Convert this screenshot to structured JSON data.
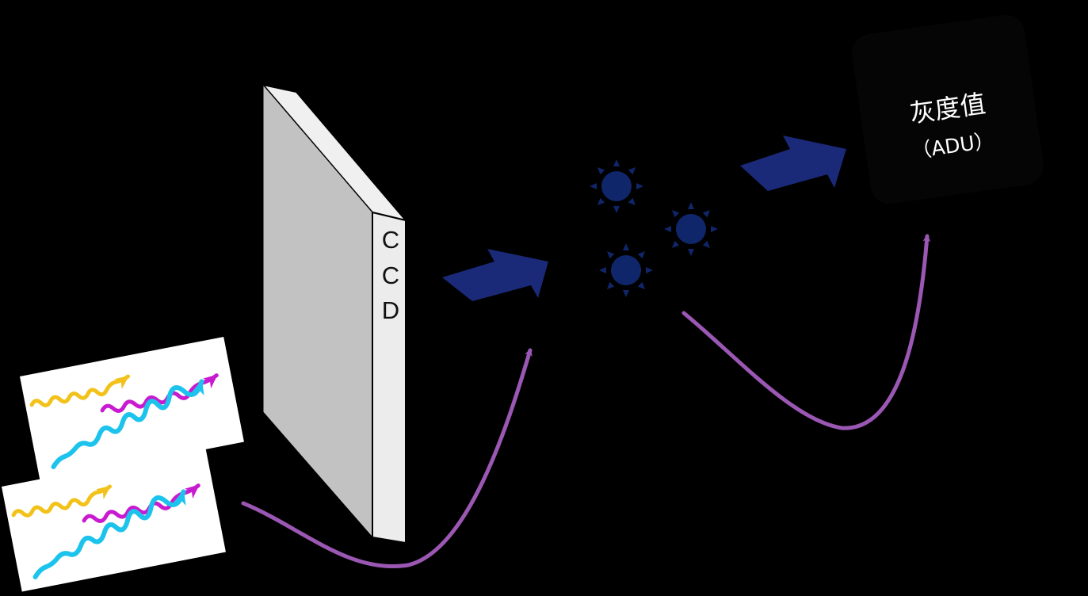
{
  "ccd": {
    "letters": [
      "C",
      "C",
      "D"
    ]
  },
  "output": {
    "title": "灰度值",
    "unit": "（ADU）"
  },
  "colors": {
    "background": "#000000",
    "photon_yellow": "#f2c21b",
    "photon_magenta": "#c81bd0",
    "photon_cyan": "#1cc3ec",
    "curve_purple": "#9a57b3",
    "block_arrow": "#1a2a78",
    "electron": "#10266a",
    "ccd_front": "#c2c2c2",
    "ccd_side": "#ececec",
    "adu_box": "#050505"
  },
  "icons": {
    "photons": "light-wave-icon",
    "electrons": "electron-burst-icon",
    "flow": "block-arrow-icon"
  }
}
